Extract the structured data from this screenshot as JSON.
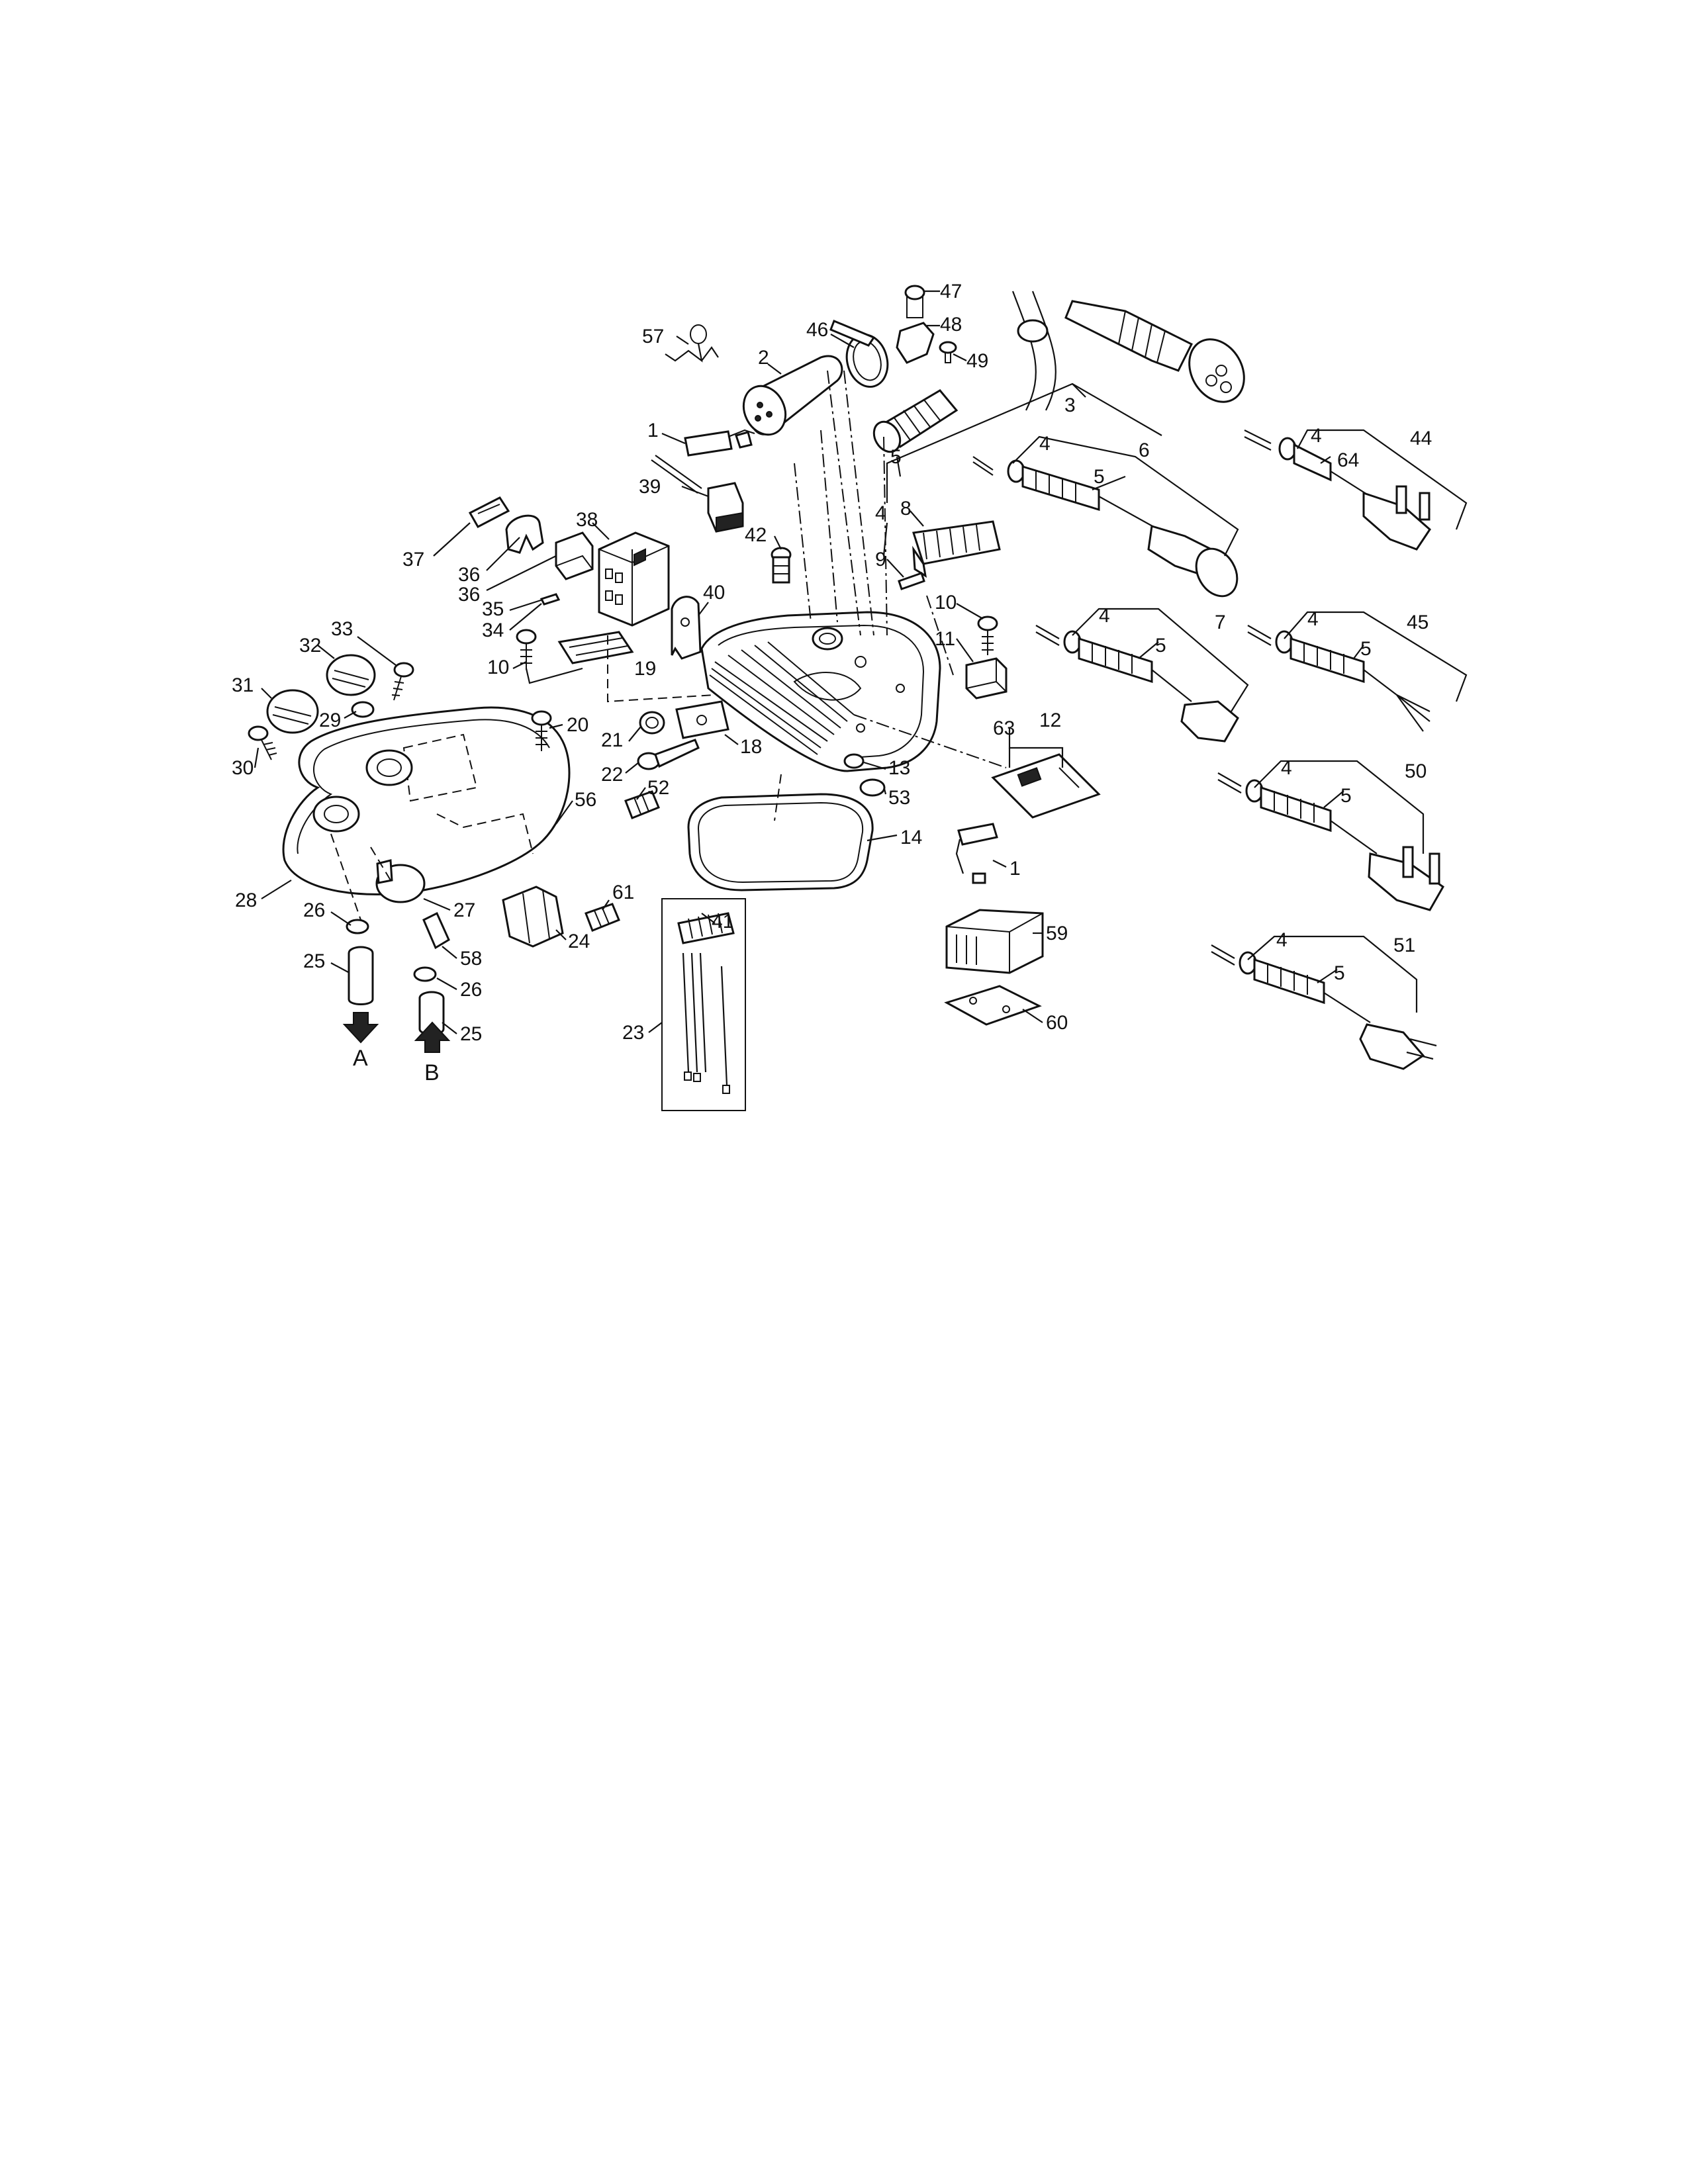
{
  "labels": [
    {
      "id": "57",
      "text": "57"
    },
    {
      "id": "46",
      "text": "46"
    },
    {
      "id": "47",
      "text": "47"
    },
    {
      "id": "48",
      "text": "48"
    },
    {
      "id": "49",
      "text": "49"
    },
    {
      "id": "2",
      "text": "2"
    },
    {
      "id": "1a",
      "text": "1"
    },
    {
      "id": "39",
      "text": "39"
    },
    {
      "id": "3",
      "text": "3"
    },
    {
      "id": "5a",
      "text": "5"
    },
    {
      "id": "4a",
      "text": "4"
    },
    {
      "id": "42",
      "text": "42"
    },
    {
      "id": "38",
      "text": "38"
    },
    {
      "id": "37",
      "text": "37"
    },
    {
      "id": "36a",
      "text": "36"
    },
    {
      "id": "36b",
      "text": "36"
    },
    {
      "id": "35",
      "text": "35"
    },
    {
      "id": "34",
      "text": "34"
    },
    {
      "id": "40",
      "text": "40"
    },
    {
      "id": "33",
      "text": "33"
    },
    {
      "id": "32",
      "text": "32"
    },
    {
      "id": "31",
      "text": "31"
    },
    {
      "id": "30",
      "text": "30"
    },
    {
      "id": "29",
      "text": "29"
    },
    {
      "id": "10a",
      "text": "10"
    },
    {
      "id": "19",
      "text": "19"
    },
    {
      "id": "20",
      "text": "20"
    },
    {
      "id": "21",
      "text": "21"
    },
    {
      "id": "22",
      "text": "22"
    },
    {
      "id": "18",
      "text": "18"
    },
    {
      "id": "8",
      "text": "8"
    },
    {
      "id": "9",
      "text": "9"
    },
    {
      "id": "10b",
      "text": "10"
    },
    {
      "id": "11",
      "text": "11"
    },
    {
      "id": "12",
      "text": "12"
    },
    {
      "id": "63",
      "text": "63"
    },
    {
      "id": "13",
      "text": "13"
    },
    {
      "id": "53",
      "text": "53"
    },
    {
      "id": "14",
      "text": "14"
    },
    {
      "id": "52",
      "text": "52"
    },
    {
      "id": "56",
      "text": "56"
    },
    {
      "id": "28",
      "text": "28"
    },
    {
      "id": "26a",
      "text": "26"
    },
    {
      "id": "27",
      "text": "27"
    },
    {
      "id": "58",
      "text": "58"
    },
    {
      "id": "25a",
      "text": "25"
    },
    {
      "id": "26b",
      "text": "26"
    },
    {
      "id": "25b",
      "text": "25"
    },
    {
      "id": "24",
      "text": "24"
    },
    {
      "id": "61",
      "text": "61"
    },
    {
      "id": "41",
      "text": "41"
    },
    {
      "id": "23",
      "text": "23"
    },
    {
      "id": "1b",
      "text": "1"
    },
    {
      "id": "59",
      "text": "59"
    },
    {
      "id": "60",
      "text": "60"
    },
    {
      "id": "4b",
      "text": "4"
    },
    {
      "id": "6",
      "text": "6"
    },
    {
      "id": "5b",
      "text": "5"
    },
    {
      "id": "4c",
      "text": "4"
    },
    {
      "id": "64",
      "text": "64"
    },
    {
      "id": "44",
      "text": "44"
    },
    {
      "id": "4d",
      "text": "4"
    },
    {
      "id": "7",
      "text": "7"
    },
    {
      "id": "5c",
      "text": "5"
    },
    {
      "id": "4e",
      "text": "4"
    },
    {
      "id": "45",
      "text": "45"
    },
    {
      "id": "5d",
      "text": "5"
    },
    {
      "id": "4f",
      "text": "4"
    },
    {
      "id": "50",
      "text": "50"
    },
    {
      "id": "5e",
      "text": "5"
    },
    {
      "id": "4g",
      "text": "4"
    },
    {
      "id": "51",
      "text": "51"
    },
    {
      "id": "5f",
      "text": "5"
    }
  ],
  "markers": {
    "a": "A",
    "b": "B"
  }
}
